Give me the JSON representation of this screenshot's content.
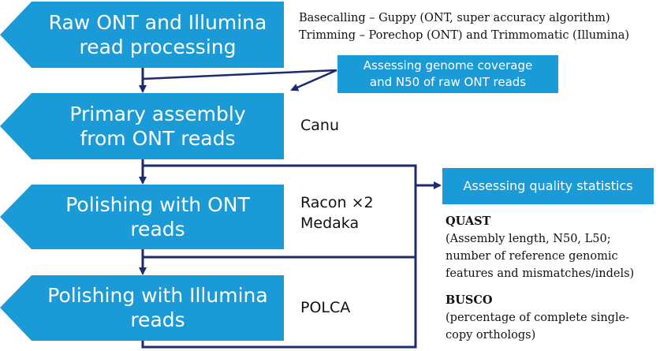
{
  "colors": {
    "step_fill": "#1a9bd8",
    "connector": "#1c2a6e",
    "text": "#111111"
  },
  "steps": [
    {
      "lines": [
        "Raw ONT and Illumina",
        "read processing"
      ]
    },
    {
      "lines": [
        "Primary assembly",
        "from ONT reads"
      ]
    },
    {
      "lines": [
        "Polishing with ONT",
        "reads"
      ]
    },
    {
      "lines": [
        "Polishing with Illumina",
        "reads"
      ]
    }
  ],
  "processing_notes": [
    "Basecalling – Guppy (ONT, super accuracy algorithm)",
    "Trimming – Porechop (ONT) and Trimmomatic (Illumina)"
  ],
  "coverage_box": {
    "lines": [
      "Assessing genome coverage",
      "and N50 of raw ONT reads"
    ]
  },
  "tools": {
    "assembly": [
      "Canu"
    ],
    "ont_polish": [
      "Racon ×2",
      "Medaka"
    ],
    "illumina_polish": [
      "POLCA"
    ]
  },
  "quality_box": {
    "label": "Assessing quality statistics"
  },
  "quast": {
    "name": "QUAST",
    "lines": [
      "(Assembly length, N50, L50;",
      "number of reference genomic",
      "features and mismatches/indels)"
    ]
  },
  "busco": {
    "name": "BUSCO",
    "lines": [
      "(percentage of complete single-",
      "copy orthologs)"
    ]
  }
}
